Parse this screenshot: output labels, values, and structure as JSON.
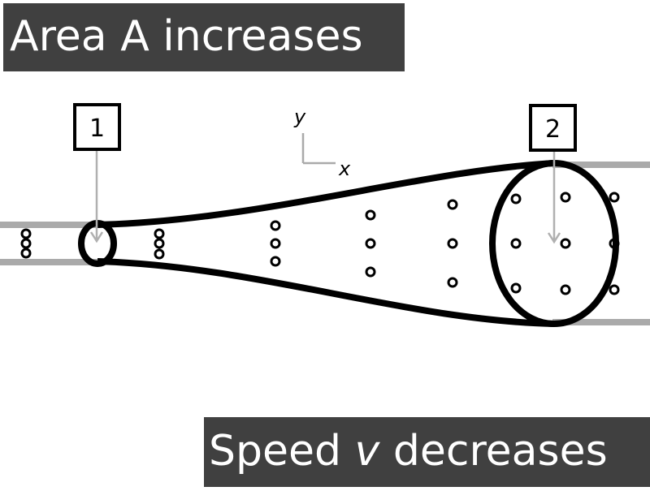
{
  "banners": {
    "top": "Area A increases",
    "bottom": {
      "pre": "Speed ",
      "var": "v",
      "post": " decreases"
    }
  },
  "axes": {
    "y_label": "y",
    "x_label": "x"
  },
  "sections": {
    "one": "1",
    "two": "2"
  },
  "colors": {
    "banner_bg": "#404040",
    "banner_text": "#ffffff",
    "outline": "#000000",
    "pipe_gray": "#aaaaaa",
    "arrow_gray": "#b0b0b0"
  }
}
